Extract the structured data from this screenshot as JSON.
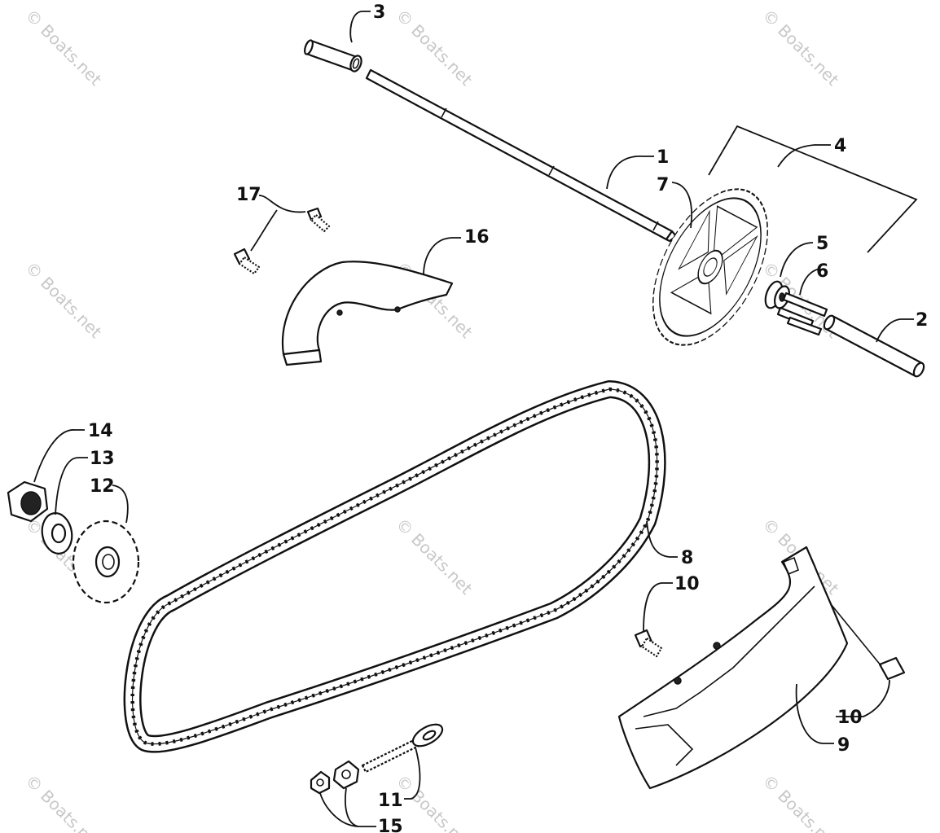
{
  "watermarks": [
    "© Boats.net",
    "© Boats.net",
    "© Boats.net",
    "© Boats.net",
    "© Boats.net",
    "© Boats.net",
    "© Boats.net",
    "© Boats.net",
    "© Boats.net",
    "© Boats.net",
    "© Boats.net",
    "© Boats.net"
  ],
  "callouts": [
    {
      "id": "1",
      "label": "1"
    },
    {
      "id": "2",
      "label": "2"
    },
    {
      "id": "3",
      "label": "3"
    },
    {
      "id": "4",
      "label": "4"
    },
    {
      "id": "5",
      "label": "5"
    },
    {
      "id": "6",
      "label": "6"
    },
    {
      "id": "7",
      "label": "7"
    },
    {
      "id": "8",
      "label": "8"
    },
    {
      "id": "9",
      "label": "9"
    },
    {
      "id": "10a",
      "label": "10"
    },
    {
      "id": "10b",
      "label": "10"
    },
    {
      "id": "11",
      "label": "11"
    },
    {
      "id": "12",
      "label": "12"
    },
    {
      "id": "13",
      "label": "13"
    },
    {
      "id": "14",
      "label": "14"
    },
    {
      "id": "15",
      "label": "15"
    },
    {
      "id": "16",
      "label": "16"
    },
    {
      "id": "17",
      "label": "17"
    }
  ]
}
